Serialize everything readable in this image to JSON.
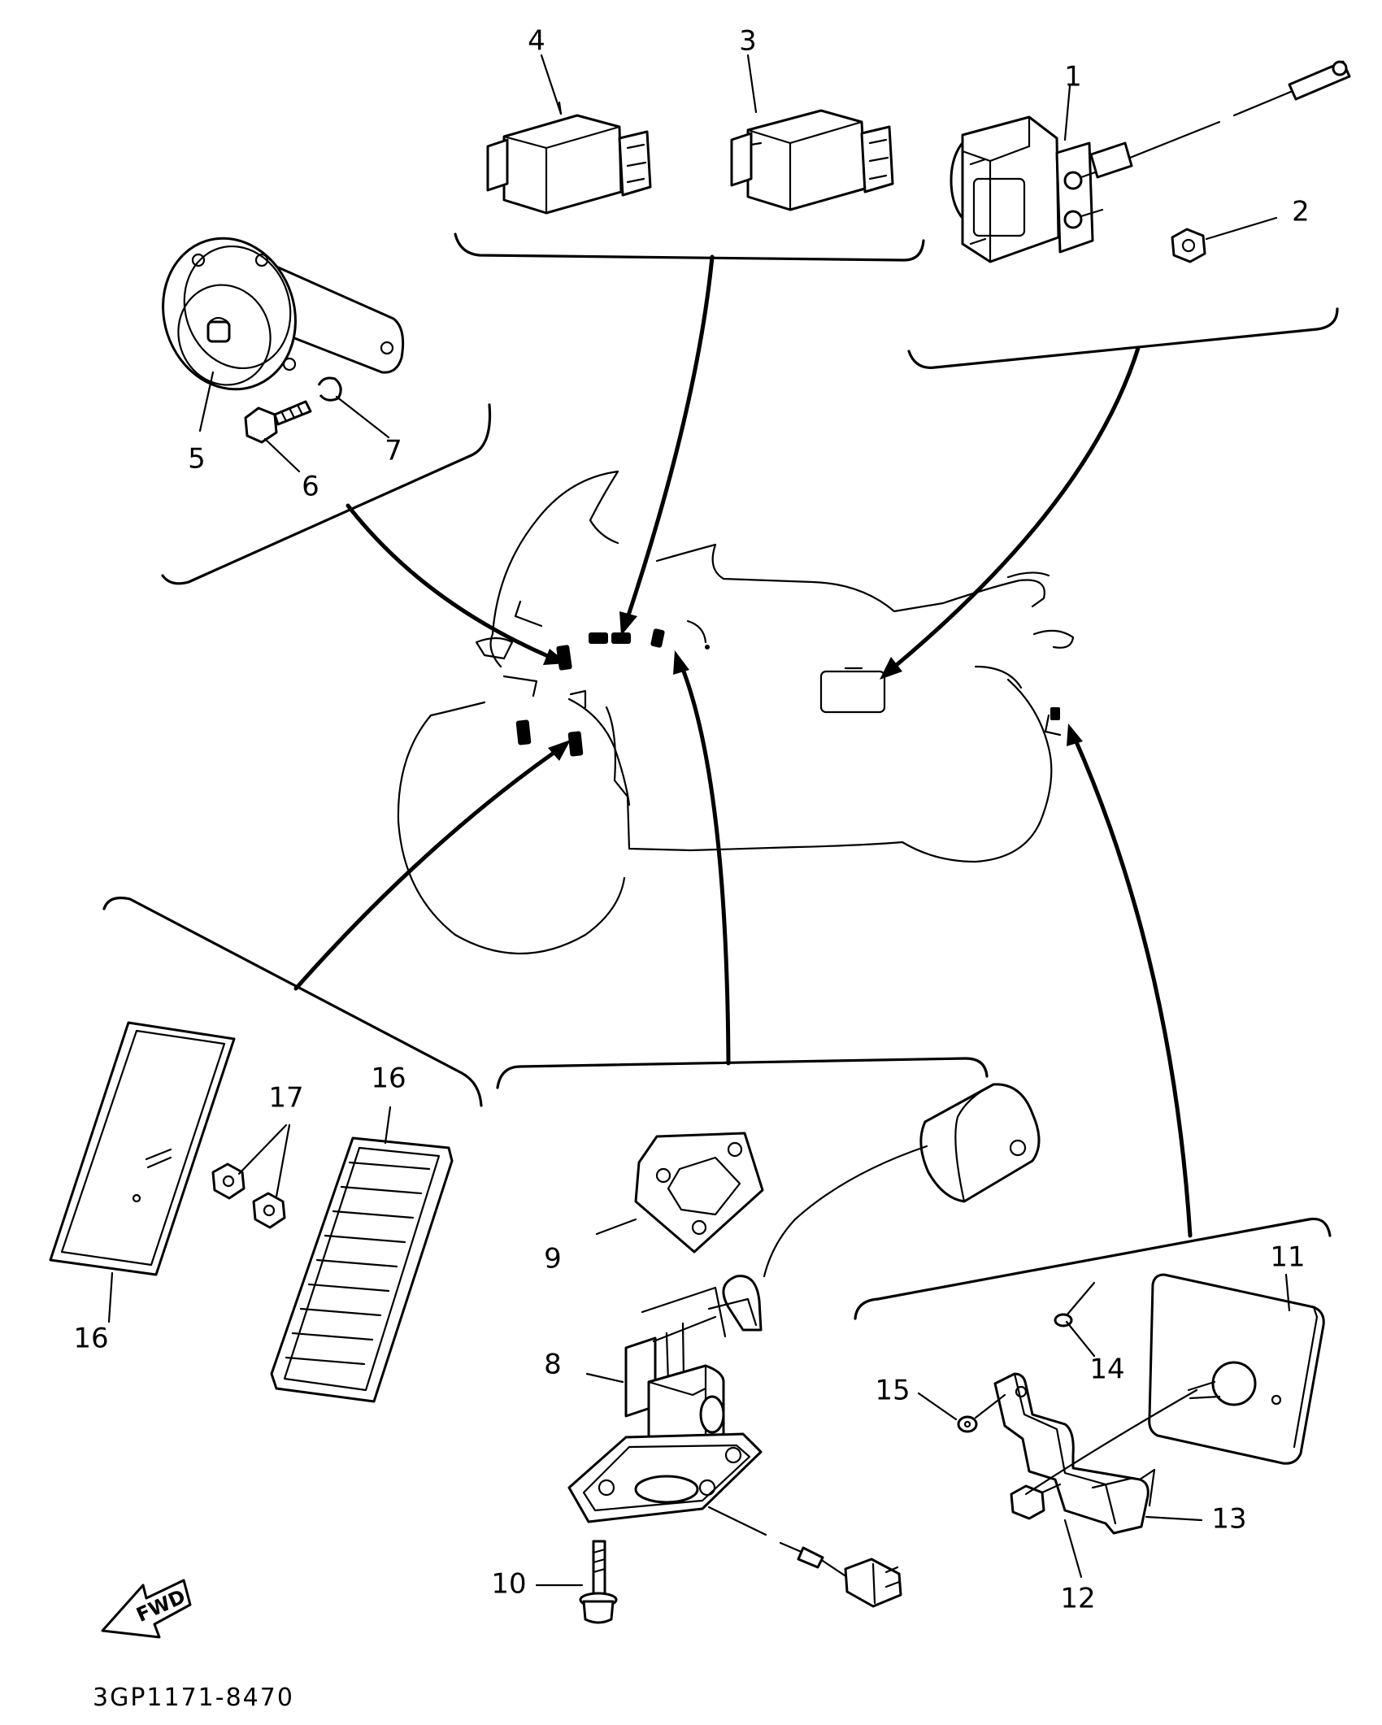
{
  "diagram_code": "3GP1171-8470",
  "fwd_label": "FWD",
  "callouts": {
    "c1": "1",
    "c2": "2",
    "c3": "3",
    "c4": "4",
    "c5": "5",
    "c6": "6",
    "c7": "7",
    "c8": "8",
    "c9": "9",
    "c10": "10",
    "c11": "11",
    "c12": "12",
    "c13": "13",
    "c14": "14",
    "c15": "15",
    "c16a": "16",
    "c16b": "16",
    "c17": "17"
  }
}
